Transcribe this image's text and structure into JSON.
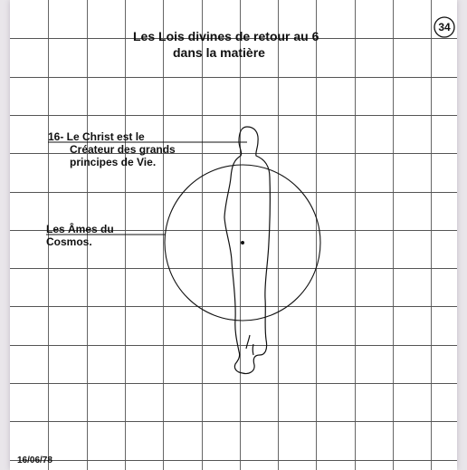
{
  "page": {
    "number": "34",
    "title_line1": "Les Lois divines de retour au 6",
    "title_line2": "dans la matière",
    "date": "16/06/78"
  },
  "annotations": {
    "christ_lines": [
      "16- Le Christ est le",
      "Créateur des grands",
      "principes de Vie."
    ],
    "souls_lines": [
      "Les Âmes du",
      "Cosmos."
    ]
  },
  "figure": {
    "elements": [
      "human-silhouette-outline",
      "circle",
      "center-dot",
      "grid-lines"
    ]
  },
  "colors": {
    "ink": "#111111",
    "grid": "#555555",
    "paper": "#ffffff",
    "background": "#e9e6ea"
  }
}
